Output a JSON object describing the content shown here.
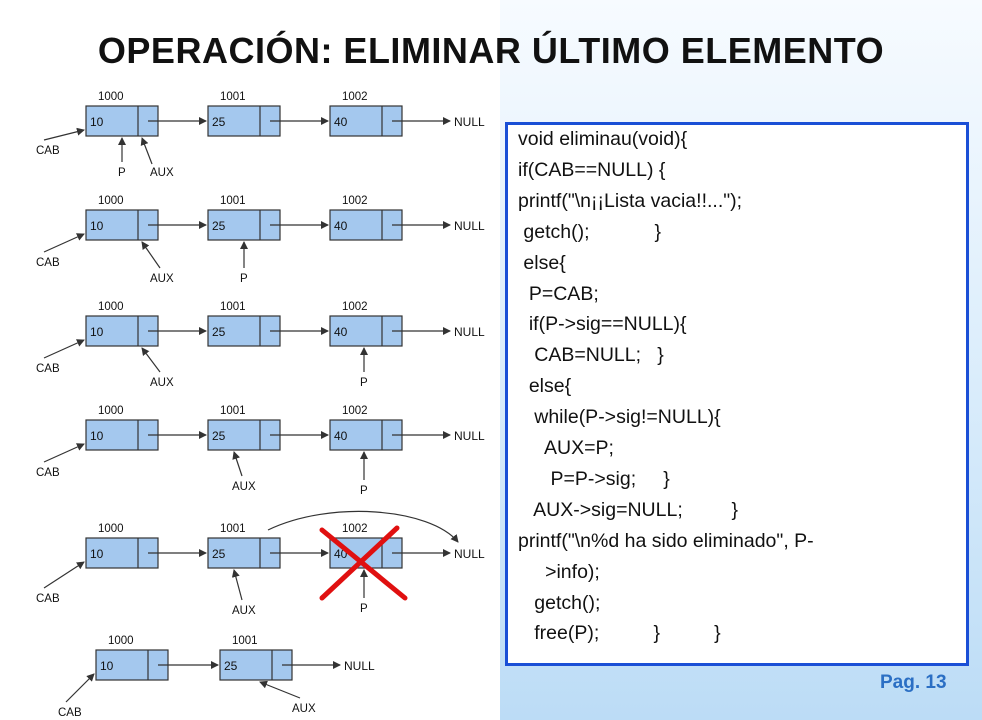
{
  "title": "OPERACIÓN: ELIMINAR ÚLTIMO ELEMENTO",
  "page_label": "Pag. 13",
  "accent_color": "#1a4fd6",
  "cross_color": "#e01010",
  "node_color": "#a4c8ee",
  "diagram": {
    "null_label": "NULL",
    "cab_label": "CAB",
    "aux_label": "AUX",
    "p_label": "P",
    "addresses": [
      "1000",
      "1001",
      "1002"
    ],
    "values": [
      "10",
      "25",
      "40"
    ]
  },
  "code_lines": [
    "void eliminau(void){",
    "if(CAB==NULL) {",
    "printf(\"\\n¡¡Lista vacia!!...\");",
    " getch();            }",
    " else{",
    "  P=CAB;",
    "  if(P->sig==NULL){",
    "   CAB=NULL;   }",
    "  else{",
    "   while(P->sig!=NULL){",
    "     AUX=P;",
    "      P=P->sig;     }",
    "   AUX->sig=NULL;         }",
    "printf(\"\\n%d ha sido eliminado\", P-",
    "     >info);",
    "   getch();",
    "   free(P);          }          }"
  ]
}
